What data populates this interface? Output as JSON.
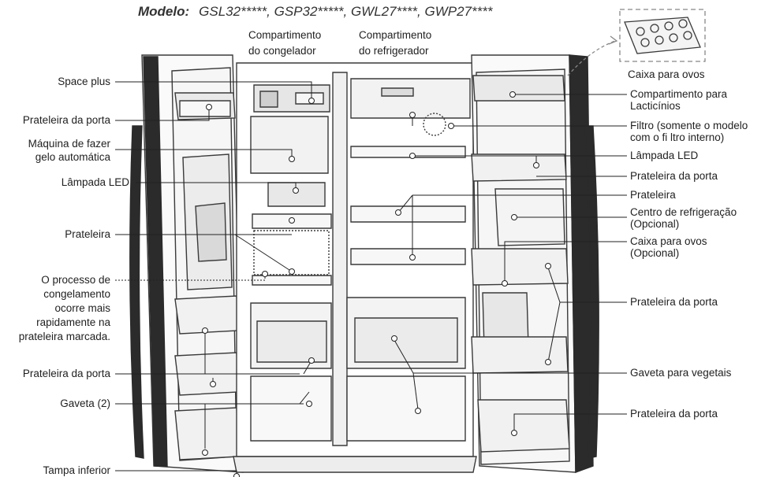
{
  "model": {
    "prefix": "Modelo:",
    "names": "GSL32*****, GSP32*****, GWL27****, GWP27****"
  },
  "compartments": {
    "freezer_line1": "Compartimento",
    "freezer_line2": "do congelador",
    "fridge_line1": "Compartimento",
    "fridge_line2": "do refrigerador"
  },
  "left_labels": {
    "space_plus": "Space plus",
    "door_shelf_1": "Prateleira da porta",
    "ice_maker_1": "Máquina de fazer",
    "ice_maker_2": "gelo automática",
    "led_lamp": "Lâmpada LED",
    "shelf": "Prateleira",
    "freezing_1": "O processo de",
    "freezing_2": "congelamento",
    "freezing_3": "ocorre mais",
    "freezing_4": "rapidamente na",
    "freezing_5": "prateleira marcada.",
    "door_shelf_2": "Prateleira da porta",
    "drawer": "Gaveta (2)",
    "bottom_cover": "Tampa inferior"
  },
  "right_labels": {
    "egg_box": "Caixa para ovos",
    "dairy_1": "Compartimento para",
    "dairy_2": "Lacticínios",
    "filter_1": "Filtro (somente o modelo",
    "filter_2": "com o fi ltro interno)",
    "led_lamp": "Lâmpada LED",
    "door_shelf_1": "Prateleira da porta",
    "shelf": "Prateleira",
    "cooling_1": "Centro de refrigeração",
    "cooling_2": "(Opcional)",
    "egg_box_opt_1": "Caixa para ovos",
    "egg_box_opt_2": "(Opcional)",
    "door_shelf_2": "Prateleira da porta",
    "vegetable_drawer": "Gaveta para vegetais",
    "door_shelf_3": "Prateleira da porta"
  },
  "colors": {
    "line": "#222222",
    "outline": "#3a3a3a",
    "dark": "#2b2b2b",
    "light_fill": "#f4f4f4"
  }
}
